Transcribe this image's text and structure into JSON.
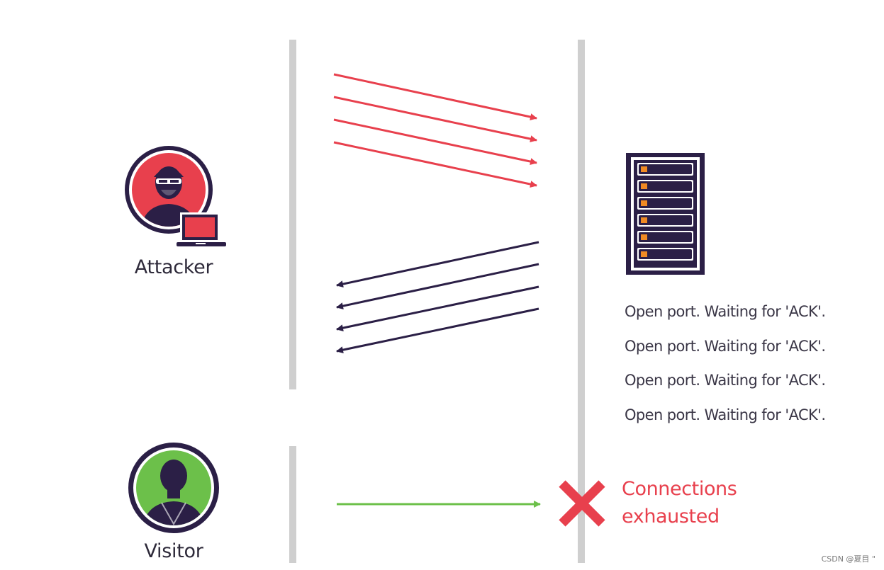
{
  "actors": {
    "attacker": {
      "label": "Attacker"
    },
    "visitor": {
      "label": "Visitor"
    }
  },
  "server": {
    "status_lines": [
      "Open port. Waiting for 'ACK'.",
      "Open port. Waiting for 'ACK'.",
      "Open port. Waiting for 'ACK'.",
      "Open port. Waiting for 'ACK'."
    ]
  },
  "error": {
    "line1": "Connections",
    "line2": "exhausted"
  },
  "watermark": "CSDN @夏目 \"",
  "colors": {
    "attacker_red": "#e8404d",
    "response_navy": "#2b1f46",
    "visitor_green": "#6cc04a",
    "lifeline_gray": "#cfcfcf",
    "skin_dark": "#2b1f46"
  }
}
